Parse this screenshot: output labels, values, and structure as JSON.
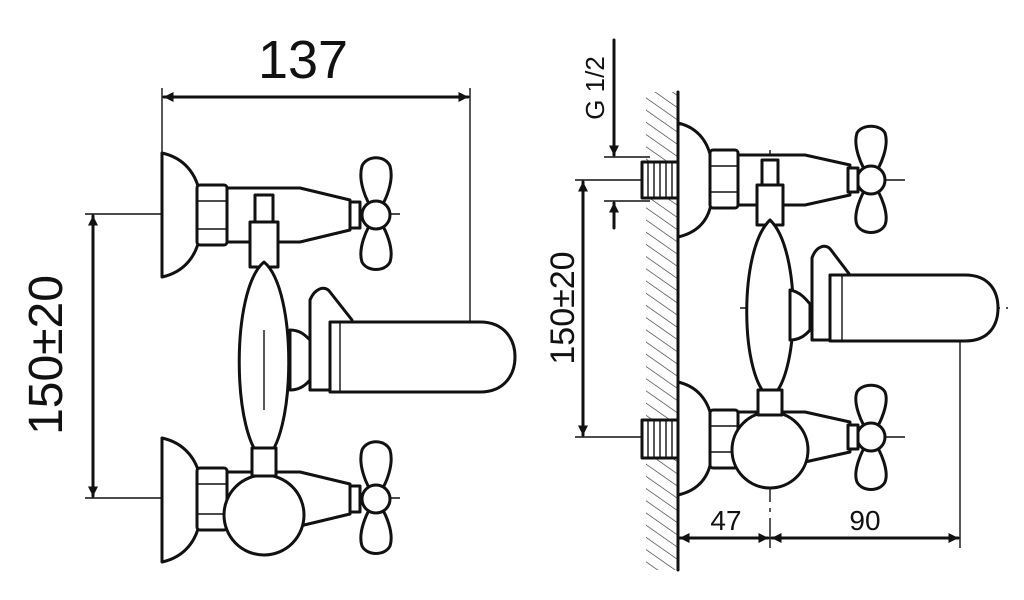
{
  "front_view": {
    "width_dimension": "137",
    "height_dimension": "150±20"
  },
  "side_view": {
    "thread_label": "G 1/2",
    "height_dimension": "150±20",
    "depth_to_axis": "47",
    "spout_projection": "90"
  },
  "colors": {
    "line": "#111111",
    "background": "#ffffff"
  }
}
